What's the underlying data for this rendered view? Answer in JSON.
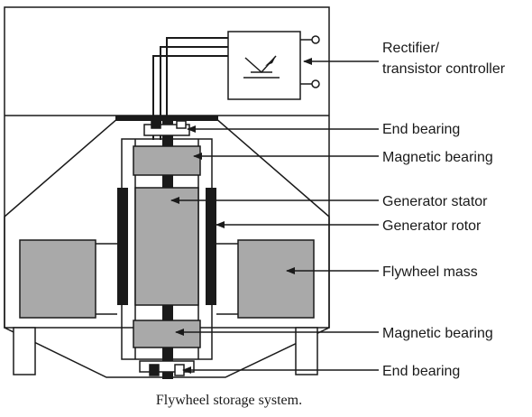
{
  "caption": "Flywheel storage system.",
  "labels": {
    "rectifier_line1": "Rectifier/",
    "rectifier_line2": "transistor controller",
    "end_bearing_top": "End bearing",
    "magnetic_bearing_top": "Magnetic bearing",
    "generator_stator": "Generator stator",
    "generator_rotor": "Generator rotor",
    "flywheel_mass": "Flywheel mass",
    "magnetic_bearing_bottom": "Magnetic bearing",
    "end_bearing_bottom": "End bearing"
  },
  "colors": {
    "line": "#1a1a1a",
    "component_fill": "#a9a9a9",
    "background": "#ffffff"
  }
}
